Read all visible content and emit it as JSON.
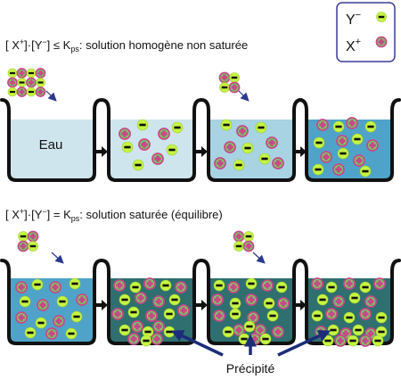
{
  "legend": {
    "anion_label": "Y",
    "anion_charge": "−",
    "cation_label": "X",
    "cation_charge": "+"
  },
  "row1": {
    "bracket_x": "X",
    "bracket_x_sup": "+",
    "bracket_y": "Y",
    "bracket_y_sup": "−",
    "relation": "≤ K",
    "ksp_sub": "ps",
    "caption": ": solution homogène non saturée",
    "beaker1_label": "Eau"
  },
  "row2": {
    "bracket_x": "X",
    "bracket_x_sup": "+",
    "bracket_y": "Y",
    "bracket_y_sup": "−",
    "relation": "= K",
    "ksp_sub": "ps",
    "caption": ": solution saturée (équilibre)",
    "precipitate_label": "Précipité"
  },
  "colors": {
    "anion_fill": "#c6f542",
    "cation_fill": "#6fd65c",
    "cation_ring": "#c8488a",
    "water_light": "#cfe5ee",
    "water_mid": "#a7d3e3",
    "water_deep": "#4fa3c8",
    "water_saturated": "#2f6f70",
    "arrow": "#1c2d7a",
    "legend_border": "#3b3b9a"
  }
}
